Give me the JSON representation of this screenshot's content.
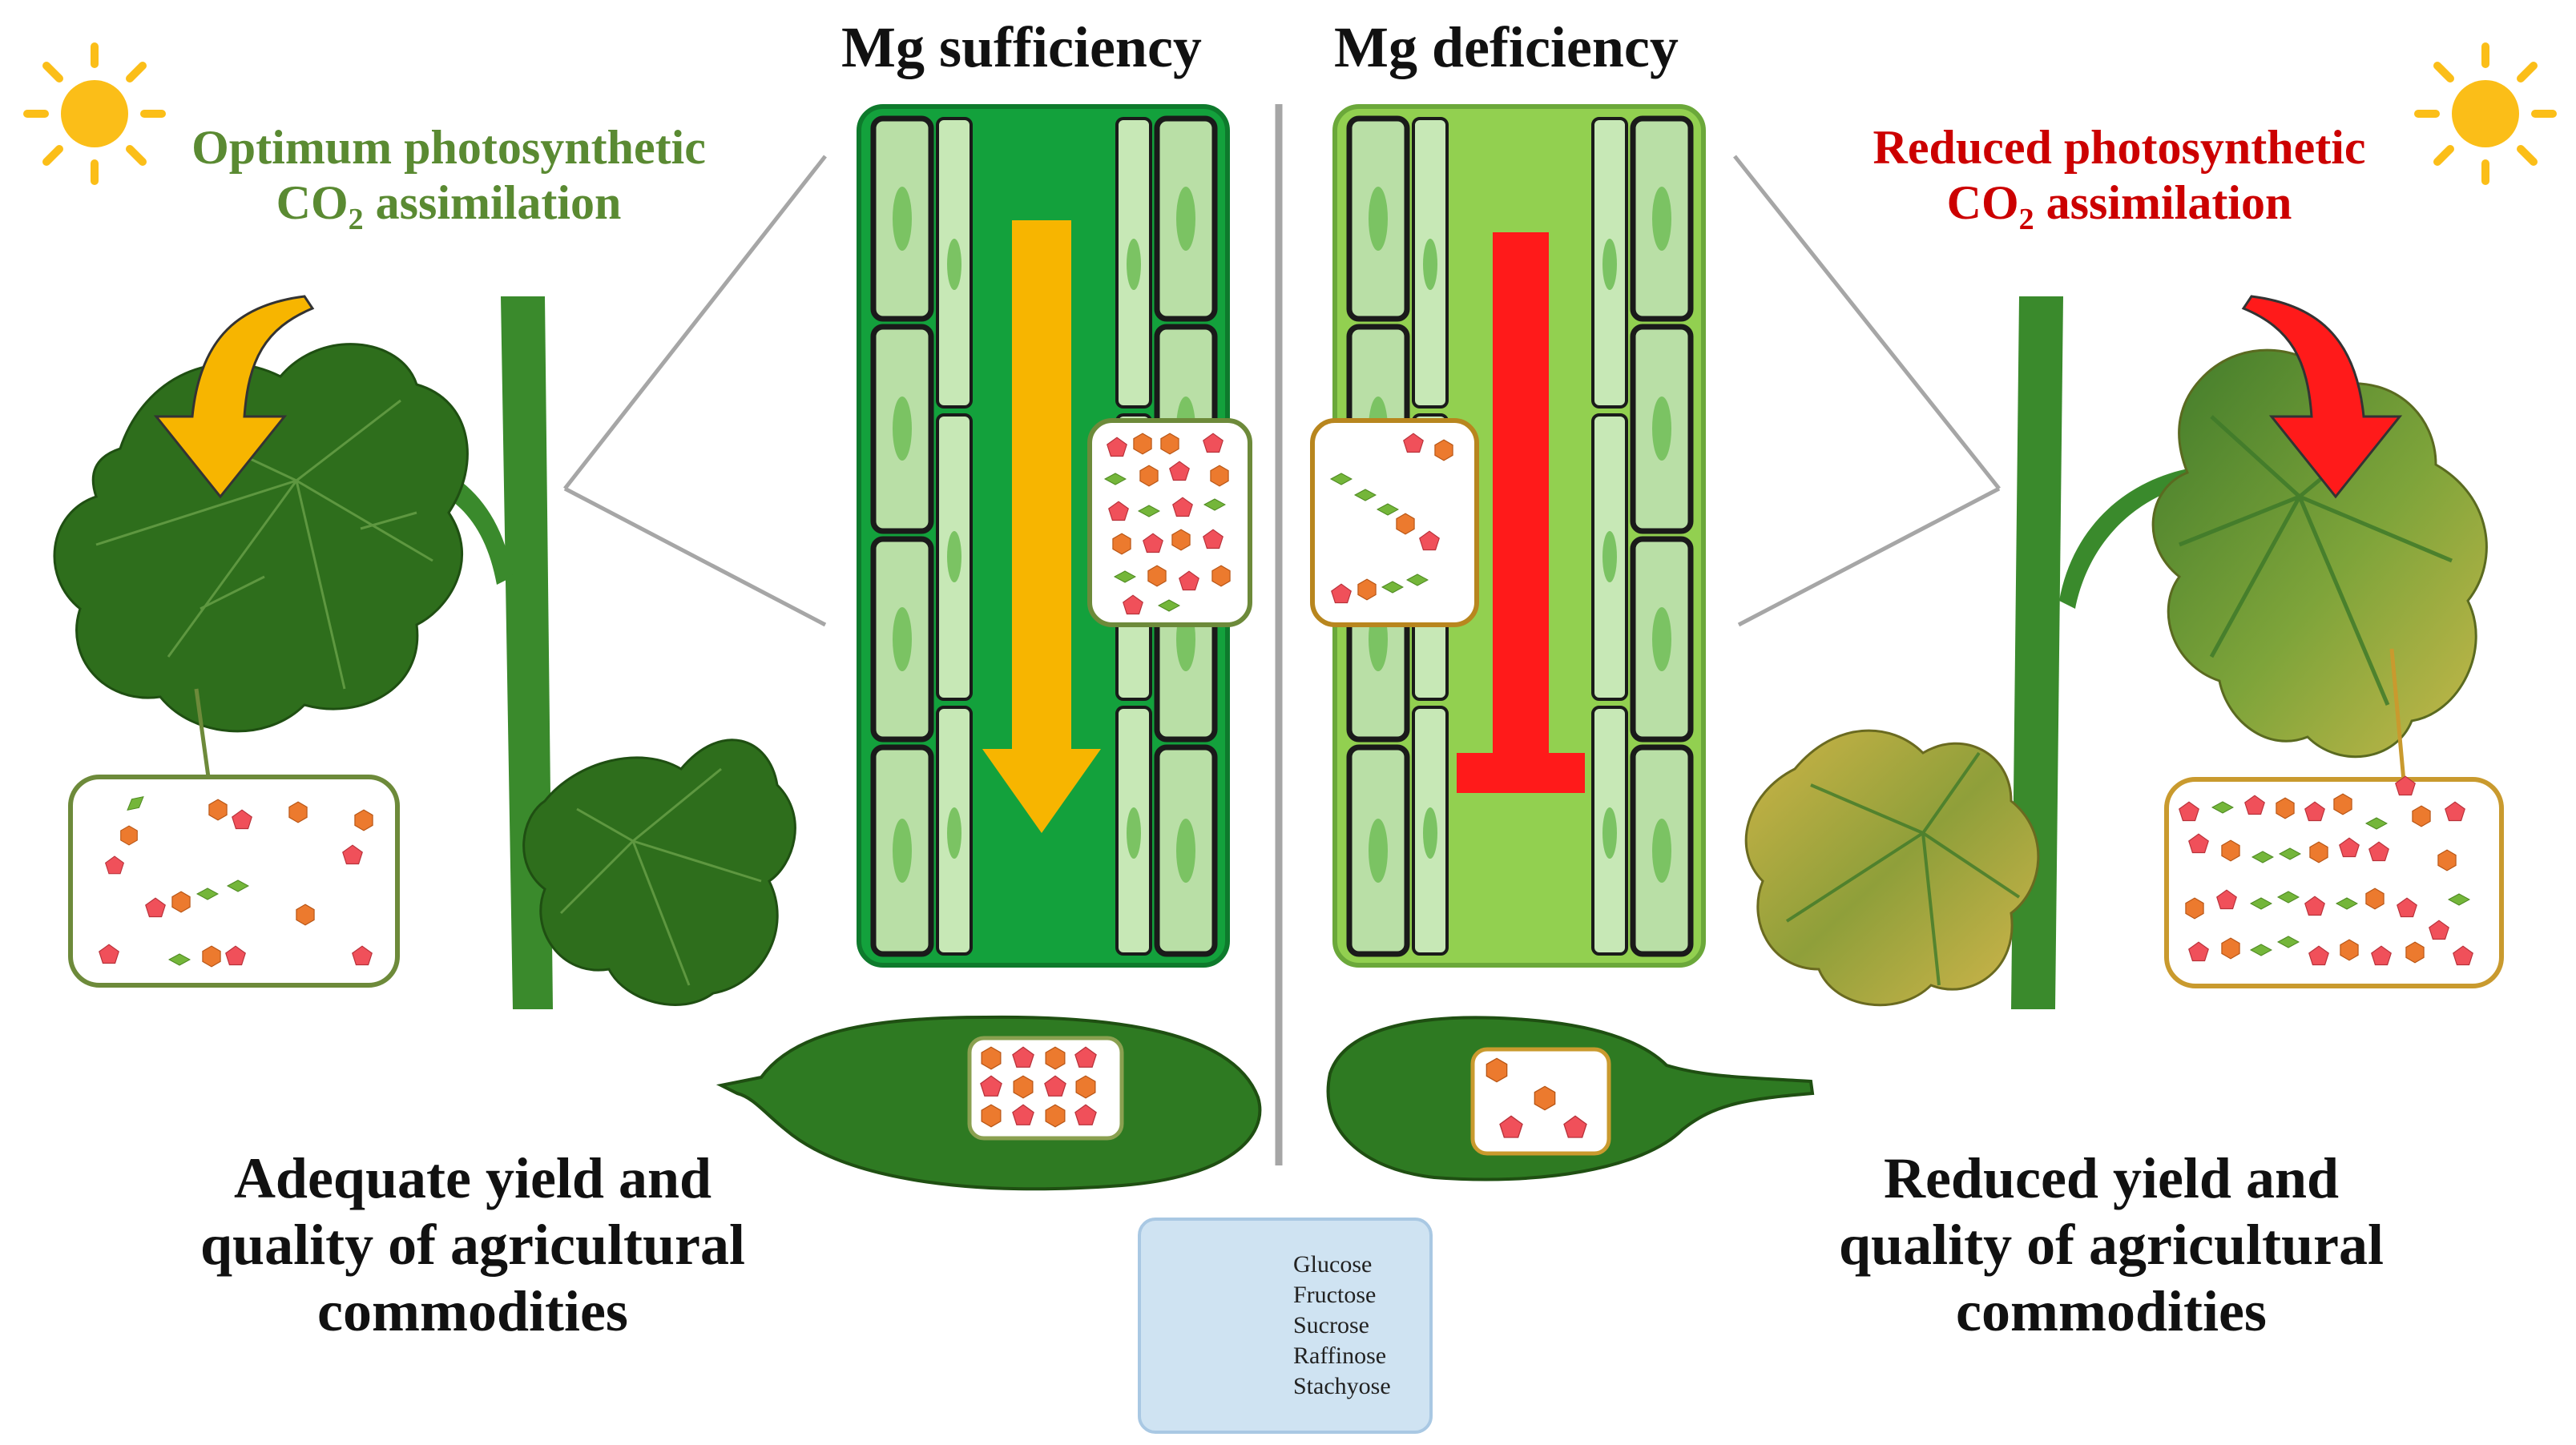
{
  "headers": {
    "left": "Mg sufficiency",
    "right": "Mg deficiency"
  },
  "left_label": {
    "line1": "Optimum photosynthetic",
    "line2_prefix": "CO",
    "line2_sub": "2",
    "line2_suffix": " assimilation"
  },
  "right_label": {
    "line1": "Reduced photosynthetic",
    "line2_prefix": "CO",
    "line2_sub": "2",
    "line2_suffix": " assimilation"
  },
  "left_outcome": {
    "line1": "Adequate yield and",
    "line2": "quality of agricultural",
    "line3": "commodities"
  },
  "right_outcome": {
    "line1": "Reduced yield and",
    "line2": "quality of agricultural",
    "line3": "commodities"
  },
  "legend": {
    "items": [
      "Glucose",
      "Fructose",
      "Sucrose",
      "Raffinose",
      "Stachyose"
    ]
  },
  "colors": {
    "optimum_green": "#5a8a32",
    "reduced_red": "#cc0000",
    "glucose_orange": "#ec7a2e",
    "fructose_pink": "#f0505a",
    "raffinose_green": "#74b63a",
    "dark_leaf": "#2e6e1c",
    "flow_arrow": "#f7b500",
    "block_bar": "#ff1a1a",
    "sun": "#fbbe18"
  },
  "icons": [
    "sun-icon",
    "leaf-icon",
    "cucumber-icon",
    "flow-arrow-icon",
    "block-bar-icon"
  ]
}
